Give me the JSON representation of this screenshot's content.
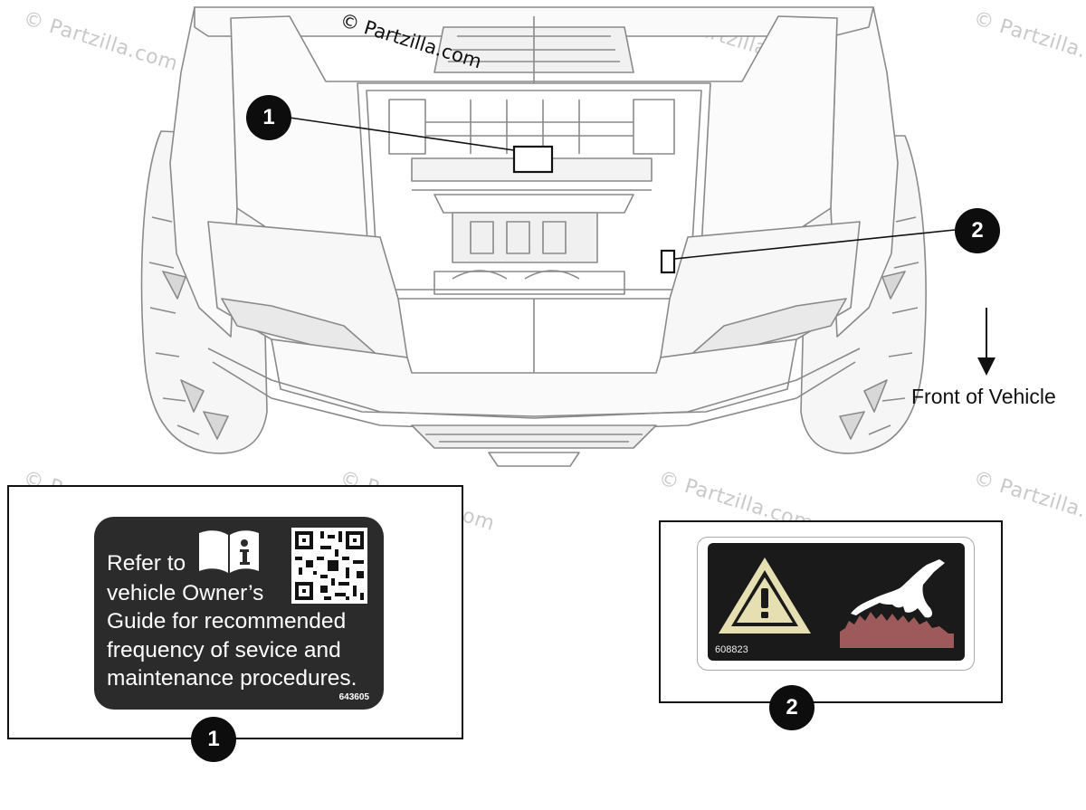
{
  "watermark_text": "© Partzilla.com",
  "copyright_text": "© Partzilla.com",
  "direction_label": "Front of Vehicle",
  "callouts": {
    "one": "1",
    "two": "2"
  },
  "decal_1": {
    "lines": [
      "Refer to",
      "vehicle Owner’s",
      "Guide for recommended",
      "frequency of sevice and",
      "maintenance procedures."
    ],
    "part_number": "643605",
    "icons": [
      "owners-manual-book-icon",
      "qr-code-icon"
    ],
    "background_color": "#2b2b2b",
    "text_color": "#ffffff"
  },
  "decal_2": {
    "part_number": "608823",
    "icons": [
      "warning-triangle-icon",
      "hand-hot-surface-icon"
    ],
    "triangle_color": "#e6dfb1",
    "surface_color": "#9e5a5a",
    "background_color": "#1a1a1a"
  }
}
